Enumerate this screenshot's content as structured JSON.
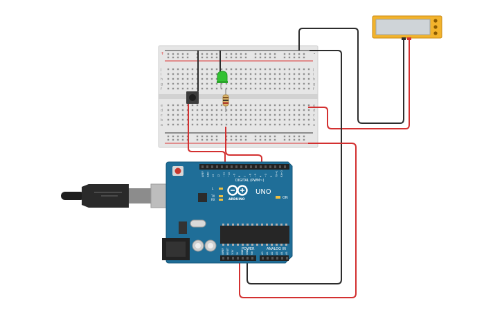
{
  "arduino": {
    "brand": "ARDUINO",
    "model": "UNO",
    "digital_label": "DIGITAL (PWM~)",
    "power_label": "POWER",
    "analog_label": "ANALOG IN",
    "on_label": "ON",
    "led_labels": [
      "L",
      "TX",
      "RX"
    ],
    "digital_pins": [
      "AREF",
      "GND",
      "13",
      "12",
      "~11",
      "~10",
      "~9",
      "8",
      "7",
      "~6",
      "~5",
      "4",
      "~3",
      "2",
      "TX→1",
      "RX←0"
    ],
    "power_pins": [
      "IOREF",
      "RESET",
      "3.3V",
      "5V",
      "GND",
      "GND",
      "Vin"
    ],
    "analog_pins": [
      "A0",
      "A1",
      "A2",
      "A3",
      "A4",
      "A5"
    ]
  },
  "breadboard": {
    "row_letters_top": [
      "j",
      "i",
      "h",
      "g",
      "f"
    ],
    "row_letters_bottom": [
      "e",
      "d",
      "c",
      "b",
      "a"
    ],
    "rail_plus": "+",
    "rail_minus": "-"
  },
  "colors": {
    "board_blue": "#1f6e98",
    "board_dark": "#15577a",
    "breadboard": "#e6e6e6",
    "rail_red": "#d93333",
    "rail_black": "#333333",
    "wire_red": "#d33030",
    "wire_black": "#2c2c2c",
    "led_green": "#33c233",
    "lcd_frame": "#f2b32c",
    "lcd_screen": "#cfd4d8",
    "usb_gray": "#bdbdbd"
  },
  "components": [
    "usb-cable-icon",
    "pushbutton-icon",
    "green-led-icon",
    "resistor-icon",
    "lcd-display-icon"
  ]
}
